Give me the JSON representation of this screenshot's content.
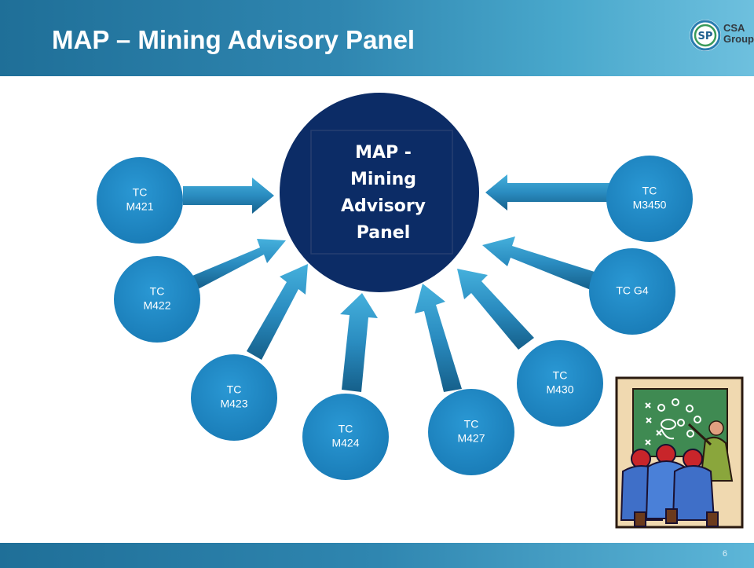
{
  "header": {
    "title": "MAP – Mining Advisory Panel",
    "logo": {
      "seal_text": "SP",
      "line1": "CSA",
      "line2": "Group"
    }
  },
  "diagram": {
    "center": {
      "lines": [
        "MAP -",
        "Mining",
        "Advisory",
        "Panel"
      ]
    },
    "nodes": [
      {
        "id": "m421",
        "lines": [
          "TC",
          "M421"
        ]
      },
      {
        "id": "m422",
        "lines": [
          "TC",
          "M422"
        ]
      },
      {
        "id": "m423",
        "lines": [
          "TC",
          "M423"
        ]
      },
      {
        "id": "m424",
        "lines": [
          "TC",
          "M424"
        ]
      },
      {
        "id": "m427",
        "lines": [
          "TC",
          "M427"
        ]
      },
      {
        "id": "m430",
        "lines": [
          "TC",
          "M430"
        ]
      },
      {
        "id": "g4",
        "lines": [
          "TC G4"
        ]
      },
      {
        "id": "m3450",
        "lines": [
          "TC",
          "M3450"
        ]
      }
    ],
    "clipart": "team-meeting-chalkboard-icon"
  },
  "footer": {
    "page_number": "6"
  },
  "colors": {
    "header_gradient_start": "#1f6f98",
    "header_gradient_end": "#6ec0de",
    "node_fill": "#1e88c4",
    "center_fill": "#0c2c66",
    "arrow_dark": "#1a6d9a",
    "arrow_light": "#3aa4d4"
  }
}
